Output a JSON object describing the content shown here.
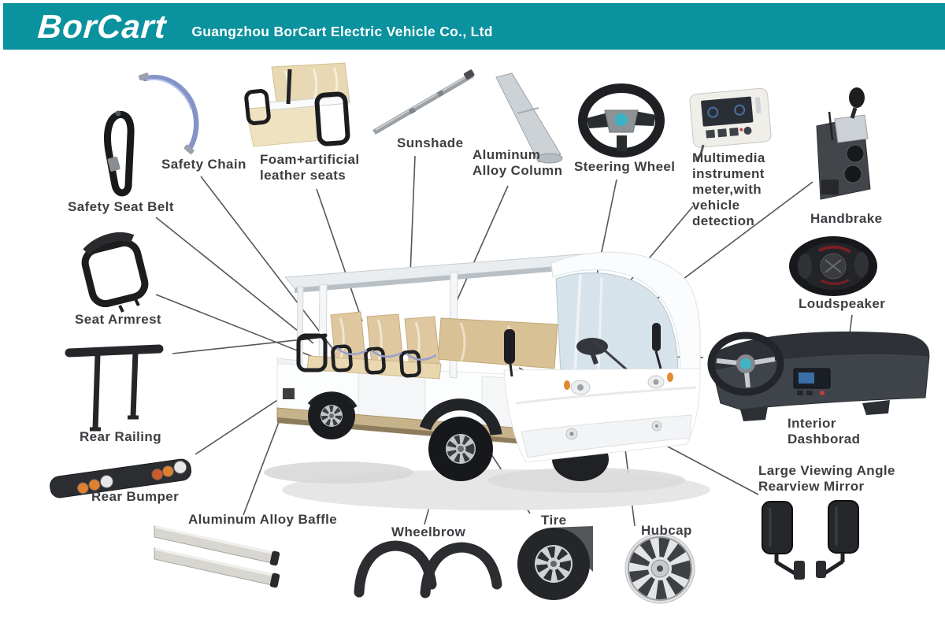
{
  "header": {
    "logo": "BorCart",
    "company": "Guangzhou BorCart Electric Vehicle Co., Ltd"
  },
  "parts": {
    "safety_seat_belt": {
      "label": "Safety Seat Belt"
    },
    "safety_chain": {
      "label": "Safety Chain"
    },
    "seats": {
      "label": "Foam+artificial\nleather seats"
    },
    "sunshade": {
      "label": "Sunshade"
    },
    "column": {
      "label": "Aluminum\nAlloy Column"
    },
    "steering_wheel": {
      "label": "Steering Wheel"
    },
    "multimedia": {
      "label": "Multimedia\ninstrument\nmeter,with\nvehicle\ndetection"
    },
    "handbrake": {
      "label": "Handbrake"
    },
    "loudspeaker": {
      "label": "Loudspeaker"
    },
    "seat_armrest": {
      "label": "Seat Armrest"
    },
    "dashboard": {
      "label": "Interior\nDashborad"
    },
    "rear_railing": {
      "label": "Rear Railing"
    },
    "rear_bumper": {
      "label": "Rear Bumper"
    },
    "baffle": {
      "label": "Aluminum Alloy Baffle"
    },
    "wheelbrow": {
      "label": "Wheelbrow"
    },
    "tire": {
      "label": "Tire"
    },
    "hubcap": {
      "label": "Hubcap"
    },
    "mirror": {
      "label": "Large Viewing Angle\nRearview Mirror"
    }
  },
  "colors": {
    "header_bg": "#0a929e",
    "header_text": "#ffffff",
    "label_text": "#3d3e42",
    "connector_line": "#55565a",
    "bus_body": "#fbfcfd",
    "seat_tan": "#dcc49c",
    "skirt_tan": "#c7b38b",
    "glass_blue": "#d6e3ea",
    "part_dark": "#232428",
    "chain_blue": "#8494c8",
    "teal_accent": "#38b2c4",
    "indicator_orange": "#e2882f"
  }
}
